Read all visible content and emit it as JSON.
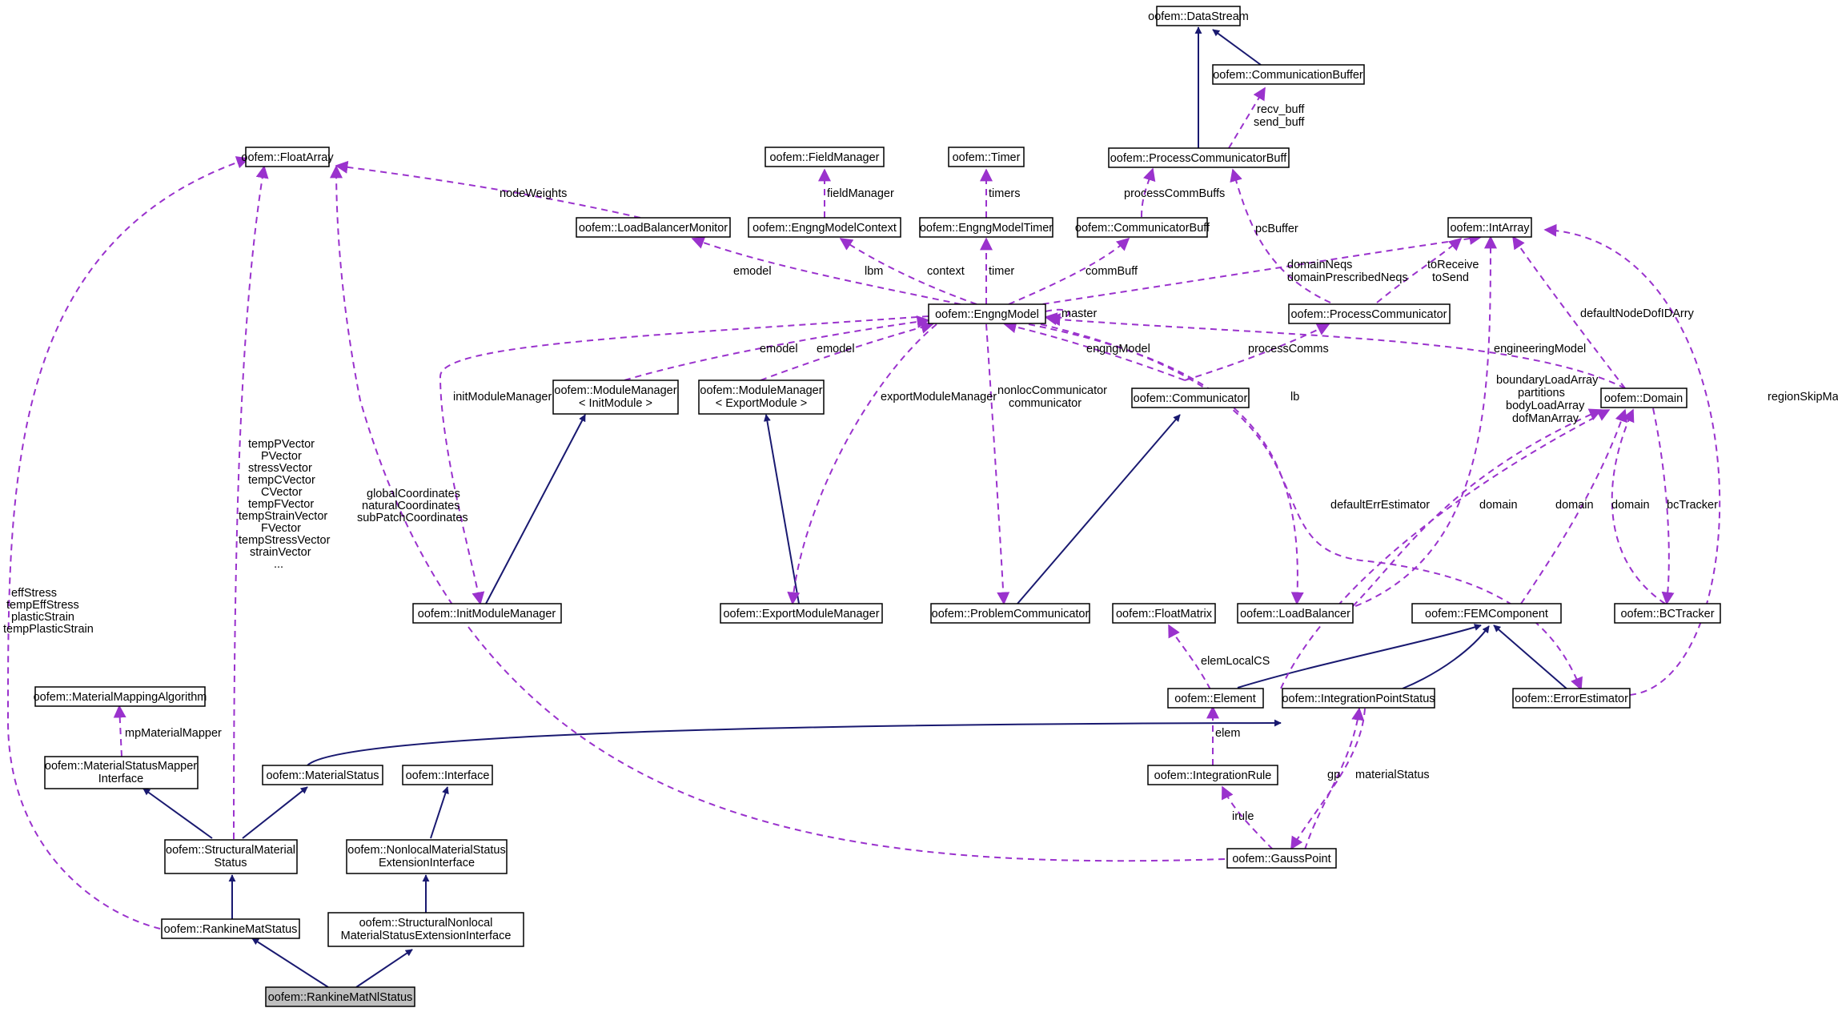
{
  "colors": {
    "inheritance": "#191970",
    "usage": "#9a32cd",
    "node_fill": "#ffffff",
    "highlight_fill": "#bfbfbf"
  },
  "nodes": {
    "datastream": "oofem::DataStream",
    "commbuffer": "oofem::CommunicationBuffer",
    "pcbuff": "oofem::ProcessCommunicatorBuff",
    "floatarray": "oofem::FloatArray",
    "fieldmanager": "oofem::FieldManager",
    "timer": "oofem::Timer",
    "lbmonitor": "oofem::LoadBalancerMonitor",
    "engngmodelcontext": "oofem::EngngModelContext",
    "engngmodeltimer": "oofem::EngngModelTimer",
    "communicatorbuff": "oofem::CommunicatorBuff",
    "intarray": "oofem::IntArray",
    "engngmodel": "oofem::EngngModel",
    "processcommunicator": "oofem::ProcessCommunicator",
    "mm_init": [
      "oofem::ModuleManager",
      "< InitModule >"
    ],
    "mm_export": [
      "oofem::ModuleManager",
      "< ExportModule >"
    ],
    "communicator": "oofem::Communicator",
    "domain": "oofem::Domain",
    "initmodulemanager": "oofem::InitModuleManager",
    "exportmodulemanager": "oofem::ExportModuleManager",
    "problemcommunicator": "oofem::ProblemCommunicator",
    "floatmatrix": "oofem::FloatMatrix",
    "loadbalancer": "oofem::LoadBalancer",
    "femcomponent": "oofem::FEMComponent",
    "bctracker": "oofem::BCTracker",
    "mma": "oofem::MaterialMappingAlgorithm",
    "element": "oofem::Element",
    "ipstatus": "oofem::IntegrationPointStatus",
    "errorestimator": "oofem::ErrorEstimator",
    "msmi": [
      "oofem::MaterialStatusMapper",
      "Interface"
    ],
    "materialstatus": "oofem::MaterialStatus",
    "interface": "oofem::Interface",
    "integrationrule": "oofem::IntegrationRule",
    "sms": [
      "oofem::StructuralMaterial",
      "Status"
    ],
    "nmsei": [
      "oofem::NonlocalMaterialStatus",
      "ExtensionInterface"
    ],
    "gausspoint": "oofem::GaussPoint",
    "rankinematstatus": "oofem::RankineMatStatus",
    "snmsei": [
      "oofem::StructuralNonlocal",
      "MaterialStatusExtensionInterface"
    ],
    "rankinematnlstatus": "oofem::RankineMatNlStatus"
  },
  "edge_labels": {
    "recv_send": [
      "recv_buff",
      "send_buff"
    ],
    "nodeWeights": "nodeWeights",
    "fieldManager": "fieldManager",
    "timers": "timers",
    "processCommBuffs": "processCommBuffs",
    "pcBuffer": "pcBuffer",
    "emodel_lb": "emodel",
    "lbm": "lbm",
    "context": "context",
    "timer": "timer",
    "commBuff": "commBuff",
    "domainNeqs": [
      "domainNeqs",
      "domainPrescribedNeqs"
    ],
    "toReceive": [
      "toReceive",
      "toSend"
    ],
    "master": "master",
    "emodel_init": "emodel",
    "emodel_export": "emodel",
    "engngModel": "engngModel",
    "processComms": "processComms",
    "engineeringModel": "engineeringModel",
    "defaultNodeDofIDArry": "defaultNodeDofIDArry",
    "regionSkipMap": "regionSkipMap",
    "initModuleManager": "initModuleManager",
    "exportModuleManager": "exportModuleManager",
    "nonloc": [
      "nonlocCommunicator",
      "communicator"
    ],
    "lb": "lb",
    "boundary": [
      "boundaryLoadArray",
      "partitions",
      "bodyLoadArray",
      "dofManArray"
    ],
    "sms_vectors": [
      "tempPVector",
      "PVector",
      "stressVector",
      "tempCVector",
      "CVector",
      "tempFVector",
      "tempStrainVector",
      "FVector",
      "tempStressVector",
      "strainVector",
      "..."
    ],
    "coords": [
      "globalCoordinates",
      "naturalCoordinates",
      "subPatchCoordinates"
    ],
    "effStress": [
      "effStress",
      "tempEffStress",
      "plasticStrain",
      "tempPlasticStrain"
    ],
    "defaultErrEstimator": "defaultErrEstimator",
    "domain_lb": "domain",
    "domain_fem": "domain",
    "domain_bc": "domain",
    "bcTracker": "bcTracker",
    "elemLocalCS": "elemLocalCS",
    "mpMaterialMapper": "mpMaterialMapper",
    "elem": "elem",
    "gp": "gp",
    "materialStatus": "materialStatus",
    "irule": "irule"
  }
}
